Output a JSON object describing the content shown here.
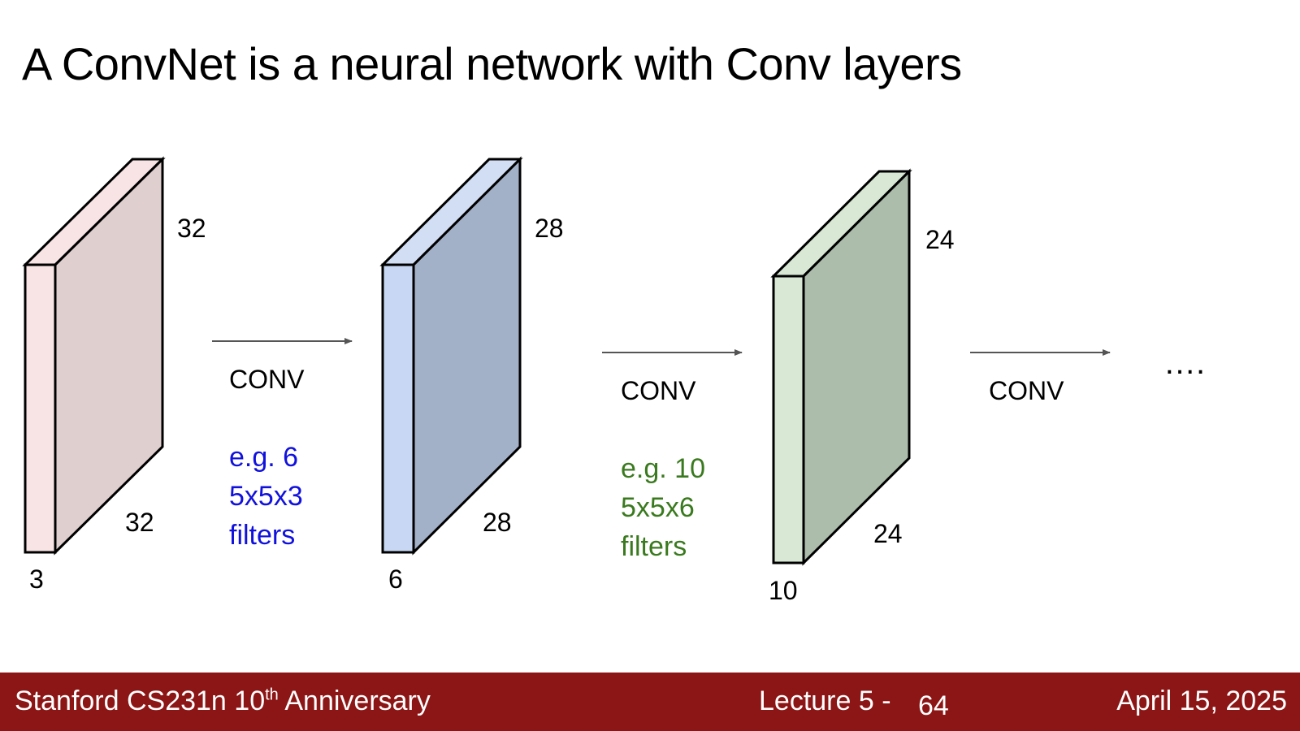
{
  "slide": {
    "title": "A ConvNet is a neural network with Conv layers"
  },
  "volumes": [
    {
      "depth": "3",
      "height": "32",
      "width": "32",
      "front_color": "#f8e4e4",
      "side_color": "#e0cfcf",
      "top_color": "#f8e4e4"
    },
    {
      "depth": "6",
      "height": "28",
      "width": "28",
      "front_color": "#c8d8f4",
      "side_color": "#a2b0c8",
      "top_color": "#d2def4"
    },
    {
      "depth": "10",
      "height": "24",
      "width": "24",
      "front_color": "#d8e8d4",
      "side_color": "#adbdab",
      "top_color": "#d8e8d4"
    }
  ],
  "layers": [
    {
      "label": "CONV",
      "filters": [
        "e.g. 6",
        "5x5x3",
        "filters"
      ],
      "color": "#1111dd"
    },
    {
      "label": "CONV",
      "filters": [
        "e.g. 10",
        "5x5x6",
        "filters"
      ],
      "color": "#3a7a1e"
    },
    {
      "label": "CONV"
    }
  ],
  "ellipsis": "….",
  "footer": {
    "course": "Stanford CS231n 10",
    "course_sup": "th",
    "course_suffix": " Anniversary",
    "lecture": "Lecture 5 -",
    "page": "64",
    "date": "April 15, 2025",
    "bg_color": "#8c1515"
  }
}
